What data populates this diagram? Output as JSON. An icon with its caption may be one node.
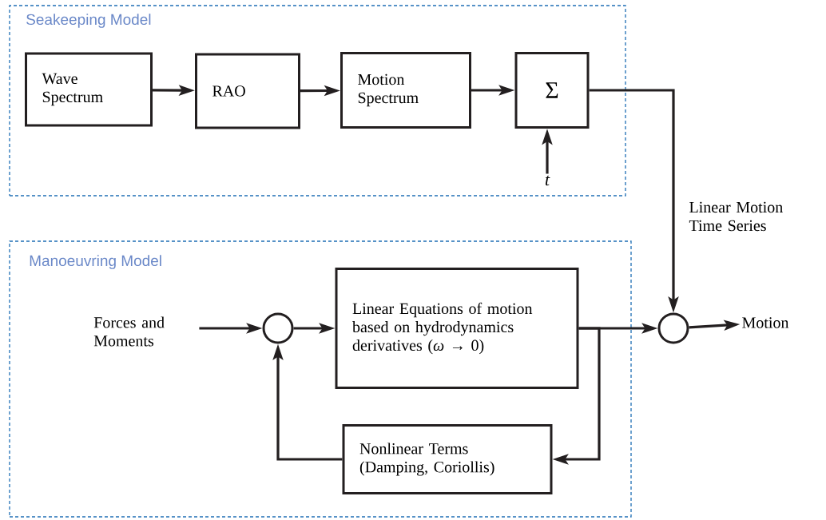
{
  "diagram": {
    "nodes": [
      {
        "text": [
          "Seakeeping Model"
        ]
      },
      {
        "text": [
          "Wave Spectrum"
        ],
        "in": 0
      },
      {
        "text": [
          "RAO"
        ],
        "in": 0
      },
      {
        "text": [
          "Motion Spectrum"
        ],
        "in": 0
      },
      {
        "text": [
          "Σ"
        ],
        "in": 0
      },
      {
        "text": [
          "t"
        ],
        "in": 0
      },
      {
        "text": [
          "Manoeuvring Model"
        ]
      },
      {
        "text": [
          "Forces and Moments"
        ],
        "in": 6
      },
      {
        "text": [],
        "shape": "circle",
        "in": 6
      },
      {
        "text": [
          "Linear Equations of motion based on hydrodynamics derivatives (*ω* → 0)"
        ],
        "in": 6
      },
      {
        "text": [
          "Nonlinear Terms (Damping, Coriollis)"
        ],
        "in": 6
      },
      {
        "text": [],
        "shape": "circle"
      },
      {
        "text": [
          "Motion"
        ]
      }
    ],
    "edges": [
      {
        "from": 1,
        "to": 2,
        "arrow": "to"
      },
      {
        "from": 2,
        "to": 3,
        "arrow": "to"
      },
      {
        "from": 3,
        "to": 4,
        "arrow": "to"
      },
      {
        "from": 5,
        "to": 4,
        "arrow": "to"
      },
      {
        "from": 4,
        "to": 11,
        "arrow": "to",
        "label": "Linear Motion Time Series"
      },
      {
        "from": 7,
        "to": 8,
        "arrow": "to"
      },
      {
        "from": 8,
        "to": 9,
        "arrow": "to"
      },
      {
        "from": 9,
        "to": 11,
        "arrow": "to"
      },
      {
        "from": 9,
        "to": 10,
        "arrow": "to"
      },
      {
        "from": 10,
        "to": 8,
        "arrow": "to"
      },
      {
        "from": 11,
        "to": 12,
        "arrow": "to"
      }
    ]
  }
}
